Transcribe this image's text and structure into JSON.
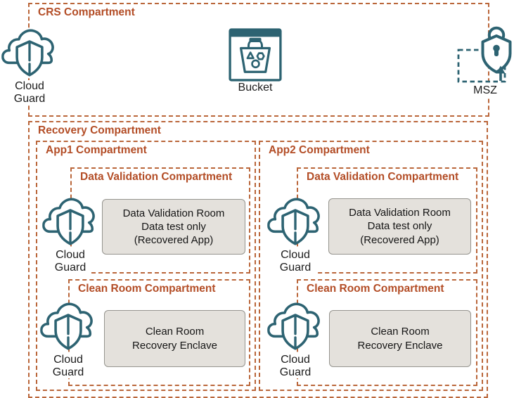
{
  "colors": {
    "compartment_border": "#ba663a",
    "compartment_label": "#b34d26",
    "icon_teal": "#2d6372",
    "panel_fill": "#e4e1dc",
    "panel_border": "#95948e"
  },
  "crs": {
    "label": "CRS Compartment",
    "cloud_guard_label": "Cloud Guard",
    "bucket_label": "Bucket",
    "msz_label": "MSZ"
  },
  "recovery": {
    "label": "Recovery Compartment"
  },
  "app1": {
    "label": "App1 Compartment",
    "data_validation": {
      "label": "Data Validation Compartment",
      "cloud_guard_label": "Cloud Guard",
      "panel_lines": [
        "Data Validation Room",
        "Data test only",
        "(Recovered App)"
      ]
    },
    "clean_room": {
      "label": "Clean Room Compartment",
      "cloud_guard_label": "Cloud Guard",
      "panel_lines": [
        "Clean Room",
        "Recovery Enclave"
      ]
    }
  },
  "app2": {
    "label": "App2 Compartment",
    "data_validation": {
      "label": "Data Validation Compartment",
      "cloud_guard_label": "Cloud Guard",
      "panel_lines": [
        "Data Validation Room",
        "Data test only",
        "(Recovered App)"
      ]
    },
    "clean_room": {
      "label": "Clean Room Compartment",
      "cloud_guard_label": "Cloud Guard",
      "panel_lines": [
        "Clean Room",
        "Recovery Enclave"
      ]
    }
  }
}
